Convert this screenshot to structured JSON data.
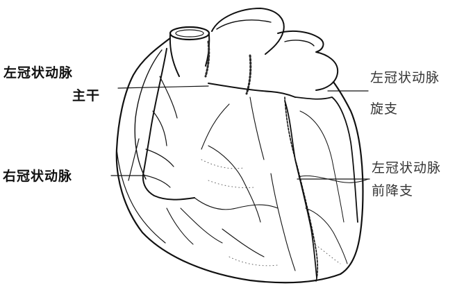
{
  "labels": {
    "left_main": [
      "左冠状动脉",
      "主干"
    ],
    "right_coronary": "右冠状动脉",
    "circumflex": [
      "左冠状动脉",
      "旋支"
    ],
    "anterior_descending": [
      "左冠状动脉",
      "前降支"
    ]
  },
  "colors": {
    "ink": "#111111",
    "shade": "#2a2a2a",
    "background": "#ffffff"
  }
}
